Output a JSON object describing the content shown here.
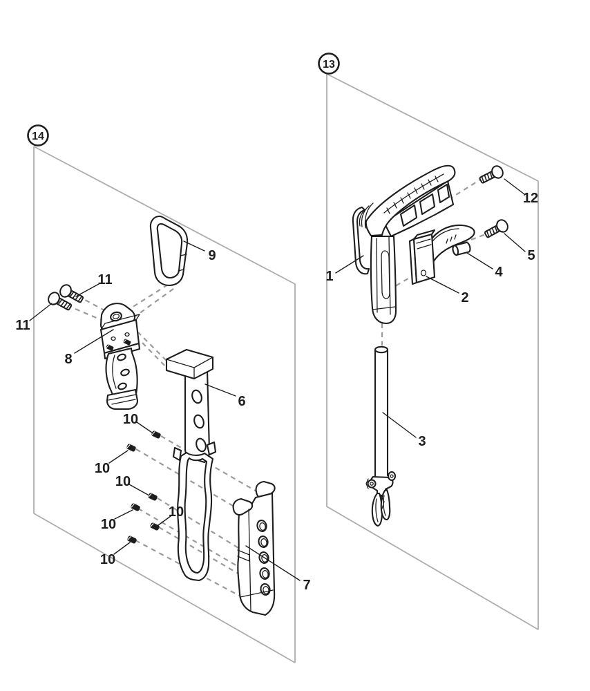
{
  "figure": {
    "type": "exploded-parts-diagram",
    "groups": [
      {
        "number": "14",
        "side": "left"
      },
      {
        "number": "13",
        "side": "right"
      }
    ],
    "callouts": {
      "group14": "14",
      "group13": "13",
      "part1": "1",
      "part2": "2",
      "part3": "3",
      "part4": "4",
      "part5": "5",
      "part6": "6",
      "part7": "7",
      "part8": "8",
      "part9": "9",
      "part10": "10",
      "part11": "11",
      "part12": "12"
    },
    "callout_counts": {
      "10": 6,
      "11": 2
    },
    "colors": {
      "background": "#ffffff",
      "outline": "#1d1d1d",
      "panel_line": "#adadad",
      "dash_line": "#9a9a9a"
    }
  }
}
